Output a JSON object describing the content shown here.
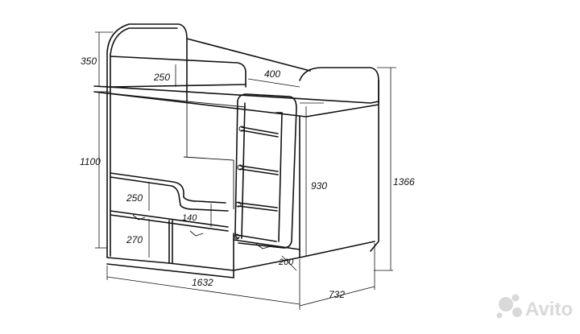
{
  "diagram": {
    "dimensions": {
      "top_height": "350",
      "lower_height": "1100",
      "upper_rail": "250",
      "ladder_width": "400",
      "ladder_height": "930",
      "total_height": "1366",
      "lower_rail": "250",
      "rail_gap": "140",
      "drawer_height": "270",
      "step_depth": "200",
      "length": "1632",
      "depth": "732"
    },
    "watermark": {
      "text": "Avito",
      "brand_color": "#d9d9d9"
    },
    "line_color": "#111111"
  }
}
